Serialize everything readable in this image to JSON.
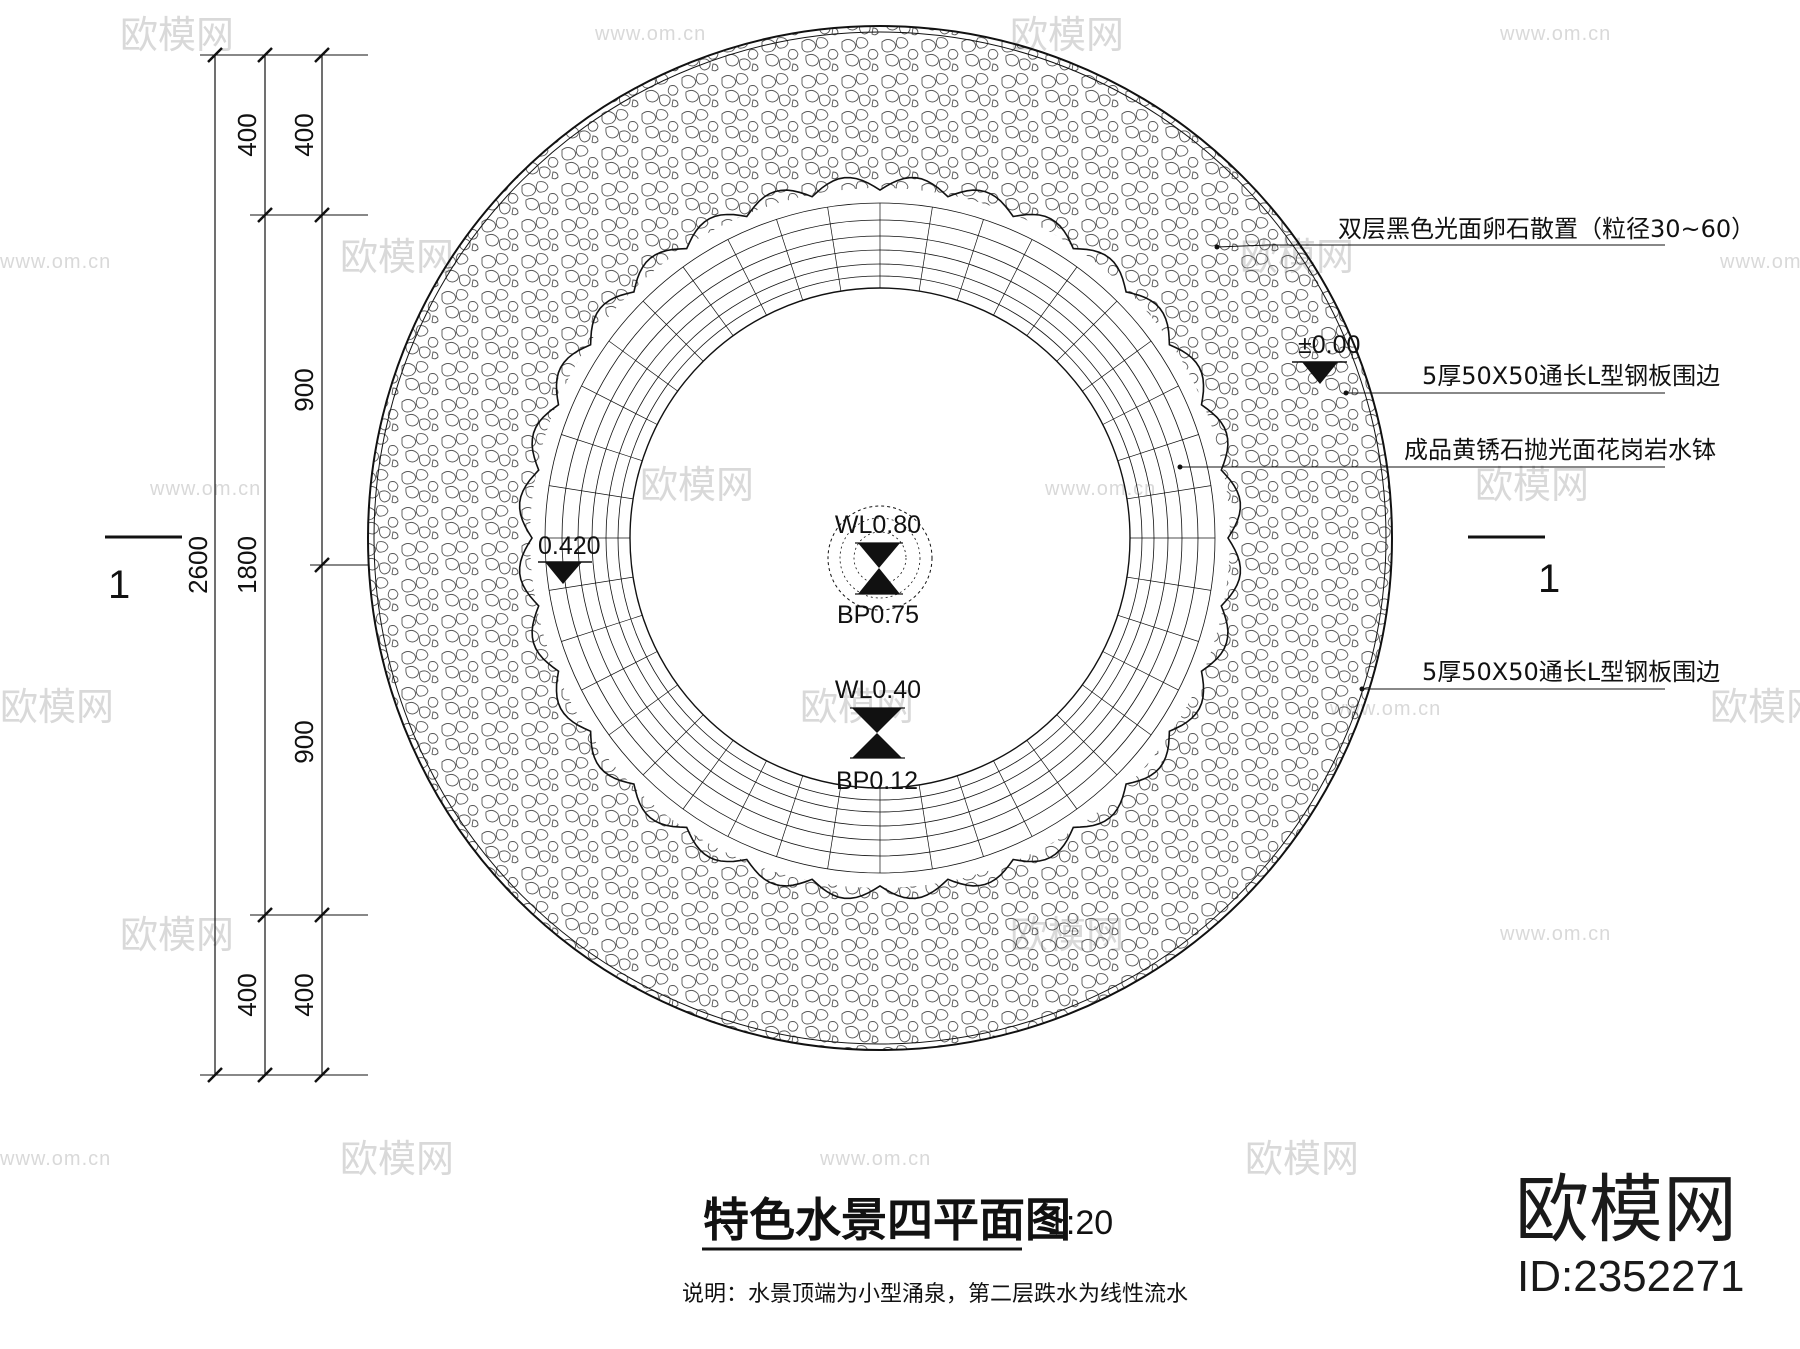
{
  "drawing": {
    "title": "特色水景四平面图",
    "scale": "1:20",
    "caption": "说明：水景顶端为小型涌泉，第二层跌水为线性流水"
  },
  "dimensions": {
    "outer": "2600",
    "middle": "1800",
    "inner": [
      "400",
      "900",
      "900",
      "400"
    ],
    "middle_top": "400",
    "middle_bottom": "400"
  },
  "section_marks": {
    "left": "1",
    "right": "1"
  },
  "annotations": [
    "双层黑色光面卵石散置（粒径30~60）",
    "5厚50X50通长L型钢板围边",
    "成品黄锈石抛光面花岗岩水钵",
    "5厚50X50通长L型钢板围边"
  ],
  "levels": {
    "ground": "±0.00",
    "bowl_rim": "0.420",
    "top_wl": "WL0.80",
    "top_bp": "BP0.75",
    "second_wl": "WL0.40",
    "second_bp": "BP0.12"
  },
  "watermark": {
    "brand": "欧模网",
    "url": "www.om.cn",
    "id": "ID:2352271"
  }
}
